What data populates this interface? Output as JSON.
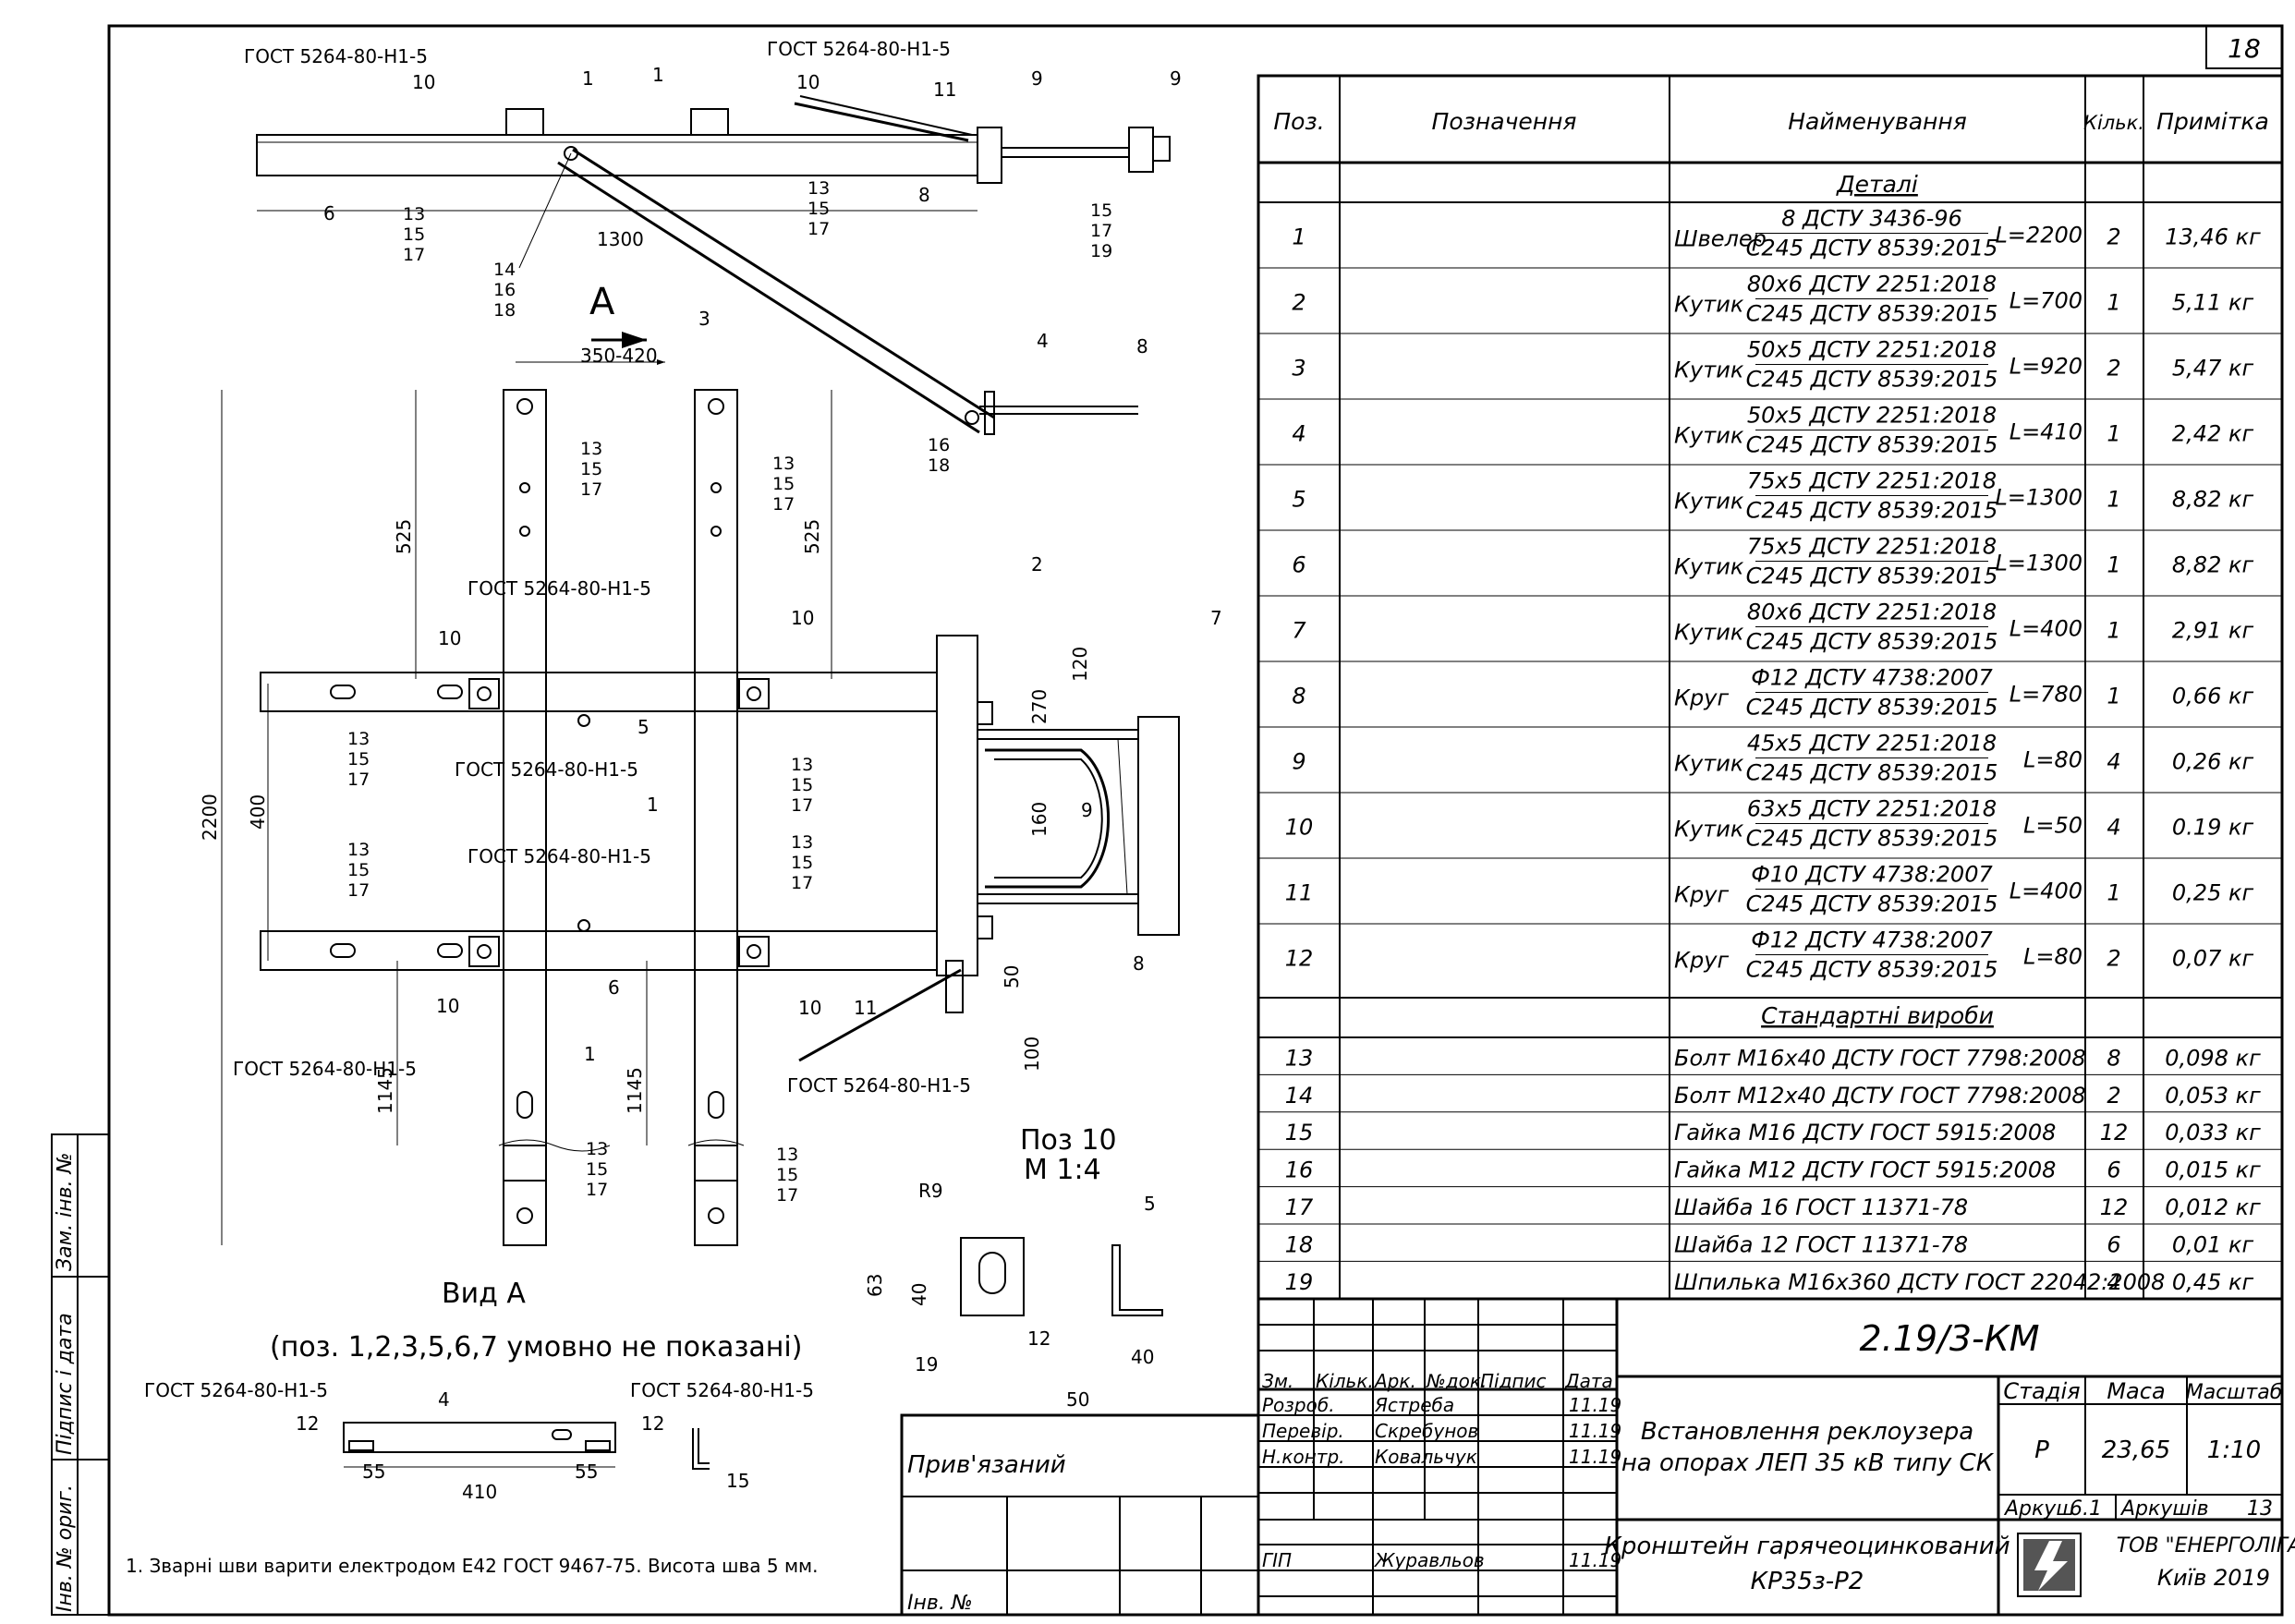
{
  "sheet_number": "18",
  "spec_headers": [
    "Поз.",
    "Позначення",
    "Найменування",
    "Кільк.",
    "Примітка"
  ],
  "section_details": "Деталі",
  "section_standard": "Стандартні вироби",
  "details": [
    {
      "pos": "1",
      "type": "Швелер",
      "top": "8 ДСТУ 3436-96",
      "bottom": "С245 ДСТУ 8539:2015",
      "len": "L=2200",
      "qty": "2",
      "note": "13,46 кг"
    },
    {
      "pos": "2",
      "type": "Кутик",
      "top": "80х6 ДСТУ 2251:2018",
      "bottom": "С245 ДСТУ 8539:2015",
      "len": "L=700",
      "qty": "1",
      "note": "5,11 кг"
    },
    {
      "pos": "3",
      "type": "Кутик",
      "top": "50х5 ДСТУ 2251:2018",
      "bottom": "С245 ДСТУ 8539:2015",
      "len": "L=920",
      "qty": "2",
      "note": "5,47 кг"
    },
    {
      "pos": "4",
      "type": "Кутик",
      "top": "50х5 ДСТУ 2251:2018",
      "bottom": "С245 ДСТУ 8539:2015",
      "len": "L=410",
      "qty": "1",
      "note": "2,42 кг"
    },
    {
      "pos": "5",
      "type": "Кутик",
      "top": "75х5 ДСТУ 2251:2018",
      "bottom": "С245 ДСТУ 8539:2015",
      "len": "L=1300",
      "qty": "1",
      "note": "8,82 кг"
    },
    {
      "pos": "6",
      "type": "Кутик",
      "top": "75х5 ДСТУ 2251:2018",
      "bottom": "С245 ДСТУ 8539:2015",
      "len": "L=1300",
      "qty": "1",
      "note": "8,82 кг"
    },
    {
      "pos": "7",
      "type": "Кутик",
      "top": "80х6 ДСТУ 2251:2018",
      "bottom": "С245 ДСТУ 8539:2015",
      "len": "L=400",
      "qty": "1",
      "note": "2,91 кг"
    },
    {
      "pos": "8",
      "type": "Круг",
      "top": "Ф12 ДСТУ 4738:2007",
      "bottom": "С245 ДСТУ 8539:2015",
      "len": "L=780",
      "qty": "1",
      "note": "0,66 кг"
    },
    {
      "pos": "9",
      "type": "Кутик",
      "top": "45х5 ДСТУ 2251:2018",
      "bottom": "С245 ДСТУ 8539:2015",
      "len": "L=80",
      "qty": "4",
      "note": "0,26 кг"
    },
    {
      "pos": "10",
      "type": "Кутик",
      "top": "63х5 ДСТУ 2251:2018",
      "bottom": "С245 ДСТУ 8539:2015",
      "len": "L=50",
      "qty": "4",
      "note": "0.19 кг"
    },
    {
      "pos": "11",
      "type": "Круг",
      "top": "Ф10 ДСТУ 4738:2007",
      "bottom": "С245 ДСТУ 8539:2015",
      "len": "L=400",
      "qty": "1",
      "note": "0,25 кг"
    },
    {
      "pos": "12",
      "type": "Круг",
      "top": "Ф12 ДСТУ 4738:2007",
      "bottom": "С245 ДСТУ 8539:2015",
      "len": "L=80",
      "qty": "2",
      "note": "0,07 кг"
    }
  ],
  "standard": [
    {
      "pos": "13",
      "name": "Болт М16х40 ДСТУ ГОСТ 7798:2008",
      "qty": "8",
      "note": "0,098 кг"
    },
    {
      "pos": "14",
      "name": "Болт М12х40 ДСТУ ГОСТ 7798:2008",
      "qty": "2",
      "note": "0,053 кг"
    },
    {
      "pos": "15",
      "name": "Гайка М16 ДСТУ ГОСТ 5915:2008",
      "qty": "12",
      "note": "0,033 кг"
    },
    {
      "pos": "16",
      "name": "Гайка М12 ДСТУ ГОСТ 5915:2008",
      "qty": "6",
      "note": "0,015 кг"
    },
    {
      "pos": "17",
      "name": "Шайба 16 ГОСТ 11371-78",
      "qty": "12",
      "note": "0,012 кг"
    },
    {
      "pos": "18",
      "name": "Шайба 12 ГОСТ 11371-78",
      "qty": "6",
      "note": "0,01 кг"
    },
    {
      "pos": "19",
      "name": "Шпилька М16х360 ДСТУ ГОСТ 22042:2008",
      "qty": "4",
      "note": "0,45 кг"
    }
  ],
  "title_block": {
    "doc_code": "2.19/3-КМ",
    "project": [
      "Встановлення реклоузера",
      "на опорах ЛЕП 35 кВ типу СК"
    ],
    "drawing_name": [
      "Кронштейн гарячеоцинкований",
      "КР35з-Р2"
    ],
    "stage_label": "Стадія",
    "mass_label": "Маса",
    "scale_label": "Масштаб",
    "stage": "Р",
    "mass": "23,65",
    "scale": "1:10",
    "sheet_label": "Аркуш",
    "sheet": "6.1",
    "sheets_label": "Аркушів",
    "sheets": "13",
    "org": [
      "ТОВ \"ЕНЕРГОЛІГА\"",
      "Київ 2019"
    ],
    "cols": [
      "Зм.",
      "Кільк.",
      "Арк.",
      "№док.",
      "Підпис",
      "Дата"
    ],
    "people": [
      {
        "role": "Розроб.",
        "name": "Ястреба",
        "date": "11.19"
      },
      {
        "role": "Перевір.",
        "name": "Скребунов",
        "date": "11.19"
      },
      {
        "role": "Н.контр.",
        "name": "Ковальчук",
        "date": "11.19"
      },
      {
        "role": "ГІП",
        "name": "Журавльов",
        "date": "11.19"
      }
    ]
  },
  "side_stamp": [
    "Інв. № ориг.",
    "Підпис і дата",
    "Зам. інв. №"
  ],
  "tied_label": "Прив'язаний",
  "inv_label": "Інв. №",
  "note": "1. Зварні шви варити електродом Е42 ГОСТ 9467-75. Висота шва 5 мм.",
  "weld": "ГОСТ 5264-80-Н1-",
  "weld_leg": "5",
  "view_a_title": "Вид А",
  "view_a_subtitle": "(поз. 1,2,3,5,6,7 умовно не показані)",
  "view_letter": "А",
  "detail10_title": [
    "Поз 10",
    "М 1:4"
  ],
  "callouts": {
    "p1": "1",
    "p2": "2",
    "p3": "3",
    "p4": "4",
    "p5": "5",
    "p6": "6",
    "p7": "7",
    "p8": "8",
    "p9": "9",
    "p10": "10",
    "p11": "11",
    "p12": "12",
    "b13": "13",
    "b14": "14",
    "b15": "15",
    "b16": "16",
    "b17": "17",
    "b18": "18",
    "b19": "19"
  },
  "dims": {
    "d1300": "1300",
    "d350_420": "350-420",
    "d525": "525",
    "d2200": "2200",
    "d400": "400",
    "d1145": "1145",
    "d270": "270",
    "d120": "120",
    "d160": "160",
    "d50": "50",
    "d100": "100",
    "d410": "410",
    "d55": "55",
    "d15": "15",
    "r9": "R9",
    "d63": "63",
    "d40": "40",
    "d19": "19",
    "d12": "12",
    "d5": "5"
  }
}
